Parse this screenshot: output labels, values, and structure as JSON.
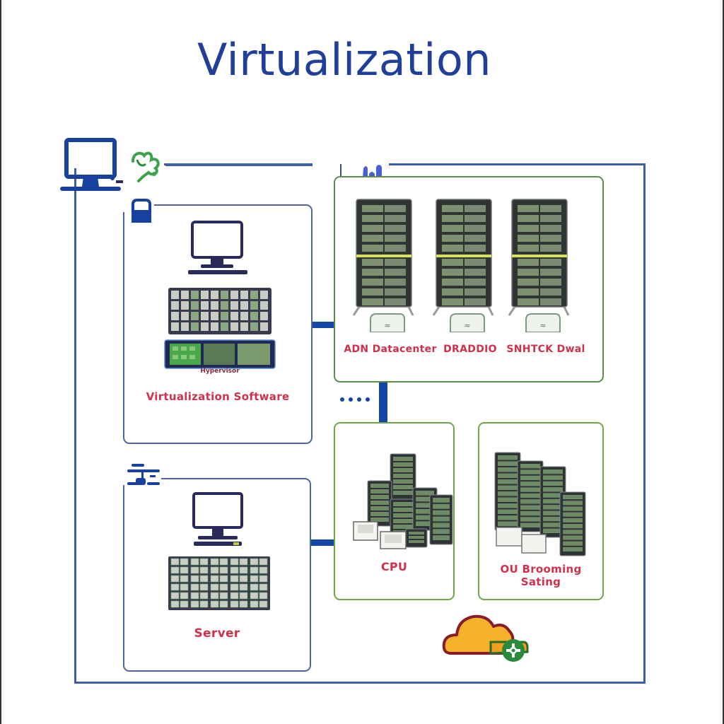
{
  "title": "Virtualization",
  "colors": {
    "title": "#1f3f9a",
    "frame": "#3d5fa8",
    "card_border_blue": "#52649e",
    "card_border_green": "#6fa64a",
    "label_red": "#d0304a",
    "arrow": "#1446a8",
    "cloud_fill": "#f6b12a",
    "cloud_outline": "#8a1c2a",
    "gear_badge": "#2a8a3c"
  },
  "left_panels": [
    {
      "label": "Virtualization Software",
      "sublabel": "Hypervisor",
      "icon": "storage-icon"
    },
    {
      "label": "Server",
      "icon": "network-icon"
    }
  ],
  "virtual_machines": {
    "icon": "bar-chart-icon",
    "items": [
      {
        "label": "ADN Datacenter",
        "icon": "server-rack-icon"
      },
      {
        "label": "DRADDIO",
        "icon": "server-rack-icon"
      },
      {
        "label": "SNHTCK Dwal",
        "icon": "server-rack-icon"
      }
    ]
  },
  "resource_pools": [
    {
      "label": "CPU",
      "icon": "server-cluster-icon"
    },
    {
      "label": "OU Brooming",
      "label2": "Sating",
      "icon": "server-cluster-icon"
    }
  ],
  "cloud": {
    "icon": "cloud-gear-icon"
  },
  "header_icons": [
    "desktop-monitor-icon",
    "plant-icon"
  ]
}
